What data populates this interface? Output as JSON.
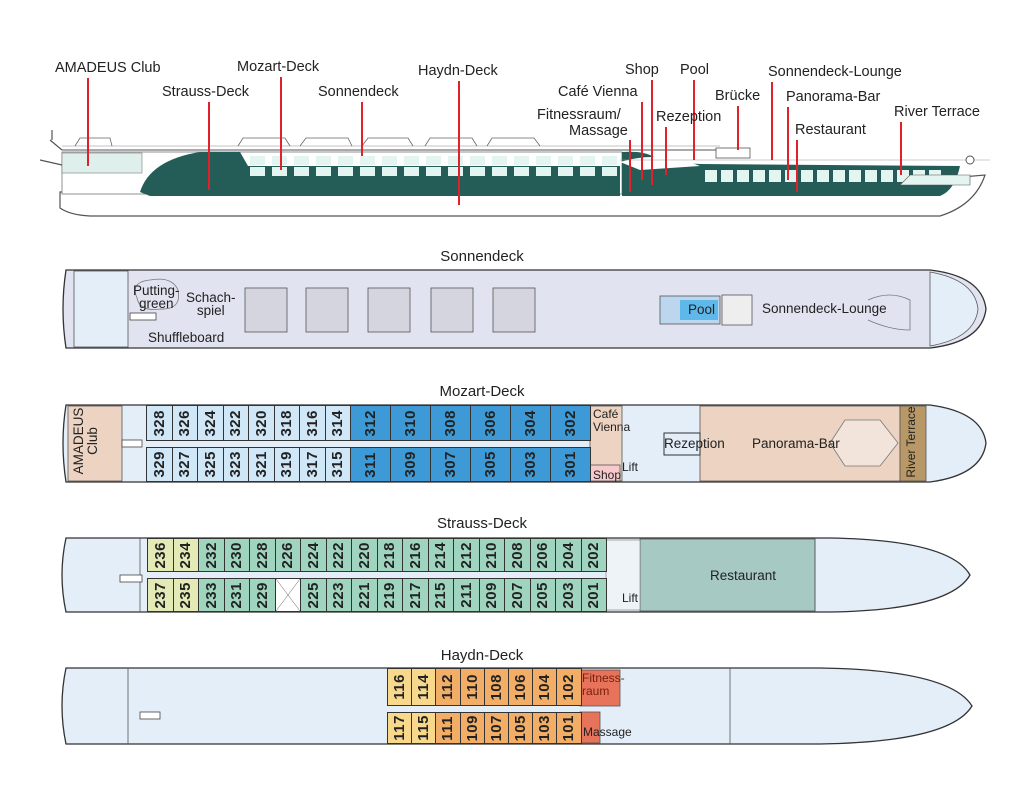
{
  "profile_labels": {
    "amadeus_club": "AMADEUS Club",
    "strauss_deck": "Strauss-Deck",
    "mozart_deck": "Mozart-Deck",
    "sonnendeck": "Sonnendeck",
    "haydn_deck": "Haydn-Deck",
    "cafe_vienna": "Café Vienna",
    "shop": "Shop",
    "pool": "Pool",
    "fitness_line1": "Fitnessraum/",
    "fitness_line2": "Massage",
    "rezeption": "Rezeption",
    "bruecke": "Brücke",
    "sonnendeck_lounge": "Sonnendeck-Lounge",
    "panorama_bar": "Panorama-Bar",
    "restaurant": "Restaurant",
    "river_terrace": "River Terrace"
  },
  "colors": {
    "marker_line": "#e0202a",
    "hull_teal": "#245c58",
    "sonnendeck_floor": "#e1e3f0",
    "hull_light": "#e3eef8",
    "mozart_light": "#cfe7f7",
    "mozart_dark": "#3d9ad6",
    "strauss_yellow": "#e4eab6",
    "strauss_green": "#9fd5bf",
    "haydn_yellow": "#f8d98c",
    "haydn_orange": "#f2ae66",
    "fitness_red": "#e6735a",
    "public_peach": "#ecd3c2",
    "restaurant_teal": "#a7c9c3",
    "shop_pink": "#f7c9cc",
    "terrace_brown": "#b89866"
  },
  "sonnendeck": {
    "title": "Sonnendeck",
    "putting_green": "Putting-\ngreen",
    "schachspiel": "Schach-\nspiel",
    "shuffleboard": "Shuffleboard",
    "pool": "Pool",
    "lounge": "Sonnendeck-Lounge"
  },
  "mozart": {
    "title": "Mozart-Deck",
    "club": "AMADEUS Club",
    "cafe": "Café\nVienna",
    "shop": "Shop",
    "lift": "Lift",
    "rezeption": "Rezeption",
    "panorama_bar": "Panorama-Bar",
    "river_terrace": "River Terrace",
    "top_cabins": [
      "328",
      "326",
      "324",
      "322",
      "320",
      "318",
      "316",
      "314",
      "312",
      "310",
      "308",
      "306",
      "304",
      "302"
    ],
    "bottom_cabins": [
      "329",
      "327",
      "325",
      "323",
      "321",
      "319",
      "317",
      "315",
      "311",
      "309",
      "307",
      "305",
      "303",
      "301"
    ]
  },
  "strauss": {
    "title": "Strauss-Deck",
    "restaurant": "Restaurant",
    "lift": "Lift",
    "top_cabins": [
      "236",
      "234",
      "232",
      "230",
      "228",
      "226",
      "224",
      "222",
      "220",
      "218",
      "216",
      "214",
      "212",
      "210",
      "208",
      "206",
      "204",
      "202"
    ],
    "bottom_cabins": [
      "237",
      "235",
      "233",
      "231",
      "229",
      "",
      "225",
      "223",
      "221",
      "219",
      "217",
      "215",
      "211",
      "209",
      "207",
      "205",
      "203",
      "201"
    ]
  },
  "haydn": {
    "title": "Haydn-Deck",
    "fitness": "Fitness-\nraum",
    "massage": "Massage",
    "top_cabins": [
      "116",
      "114",
      "112",
      "110",
      "108",
      "106",
      "104",
      "102"
    ],
    "bottom_cabins": [
      "117",
      "115",
      "111",
      "109",
      "107",
      "105",
      "103",
      "101"
    ]
  }
}
